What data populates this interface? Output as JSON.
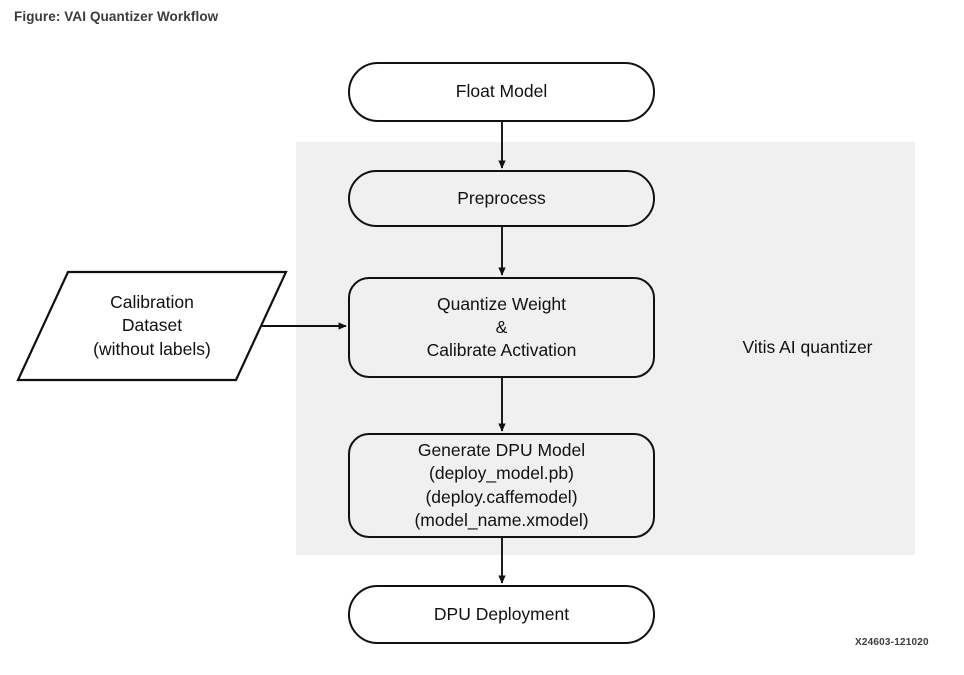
{
  "figure": {
    "title": "Figure: VAI Quantizer Workflow",
    "figure_id": "X24603-121020"
  },
  "region": {
    "label": "Vitis AI quantizer",
    "fill_color": "#f0f0f0"
  },
  "colors": {
    "stroke": "#111111",
    "text": "#111111",
    "title_text": "#3b3b3b",
    "canvas": "#ffffff",
    "band": "#f0f0f0"
  },
  "nodes": {
    "float_model": {
      "label": "Float Model",
      "shape": "pill"
    },
    "preprocess": {
      "label": "Preprocess",
      "shape": "pill"
    },
    "quantize": {
      "shape": "rounded-rect",
      "lines": [
        "Quantize Weight",
        "&",
        "Calibrate Activation"
      ]
    },
    "generate_dpu": {
      "shape": "rounded-rect",
      "lines": [
        "Generate DPU Model",
        "(deploy_model.pb)",
        "(deploy.caffemodel)",
        "(model_name.xmodel)"
      ]
    },
    "dpu_deployment": {
      "label": "DPU Deployment",
      "shape": "pill"
    },
    "calibration_dataset": {
      "shape": "parallelogram",
      "lines": [
        "Calibration",
        "Dataset",
        "(without labels)"
      ]
    }
  },
  "edges": [
    {
      "from": "float_model",
      "to": "preprocess",
      "direction": "down"
    },
    {
      "from": "preprocess",
      "to": "quantize",
      "direction": "down"
    },
    {
      "from": "calibration_dataset",
      "to": "quantize",
      "direction": "right"
    },
    {
      "from": "quantize",
      "to": "generate_dpu",
      "direction": "down"
    },
    {
      "from": "generate_dpu",
      "to": "dpu_deployment",
      "direction": "down"
    }
  ]
}
